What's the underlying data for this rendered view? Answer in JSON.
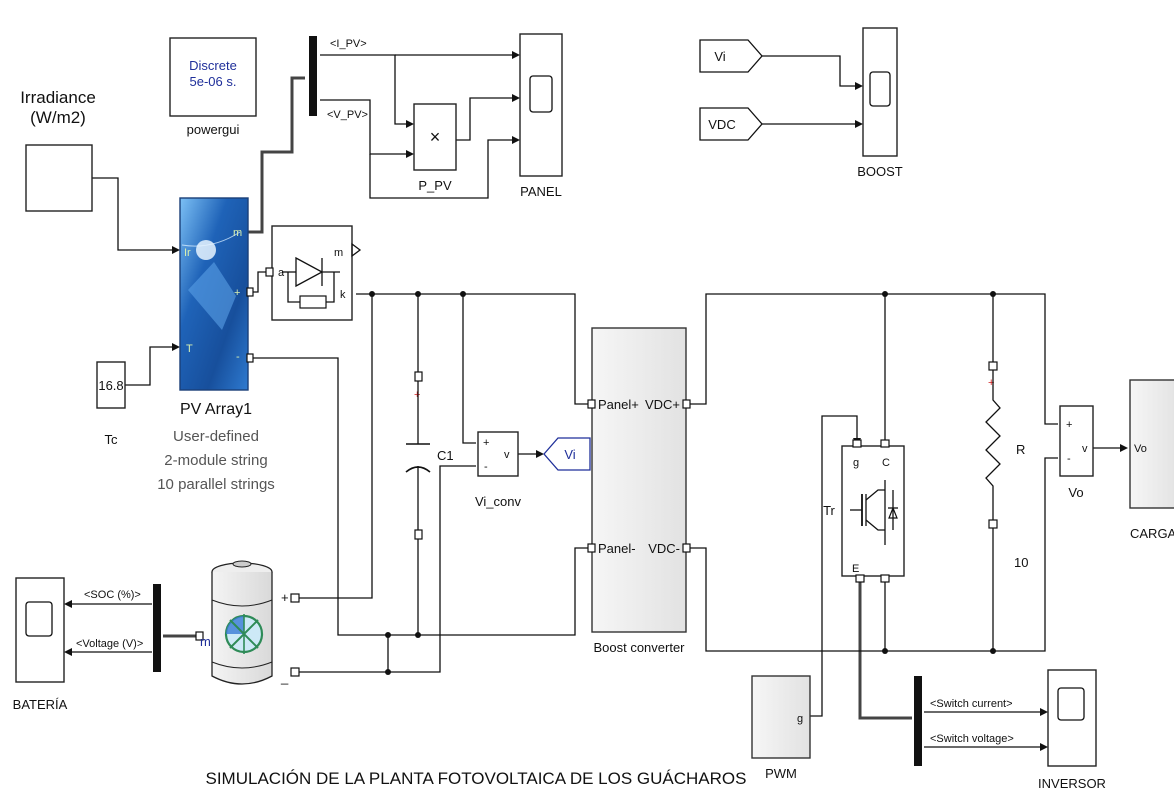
{
  "title": "SIMULACIÓN DE LA PLANTA FOTOVOLTAICA DE LOS GUÁCHAROS",
  "blocks": {
    "powergui": {
      "line1": "Discrete",
      "line2": "5e-06 s.",
      "label": "powergui"
    },
    "irradiance": {
      "line1": "Irradiance",
      "line2": "(W/m2)"
    },
    "tc": {
      "value": "16.8",
      "label": "Tc"
    },
    "pv_array": {
      "label": "PV Array1",
      "line2": "User-defined",
      "line3": "2-module string",
      "line4": "10 parallel strings",
      "port_ir": "Ir",
      "port_t": "T",
      "port_m": "m",
      "port_plus": "+",
      "port_minus": "-"
    },
    "diode": {
      "port_a": "a",
      "port_k": "k",
      "port_m": "m"
    },
    "product": {
      "symbol": "×",
      "label": "P_PV"
    },
    "panel_scope": {
      "label": "PANEL"
    },
    "signals": {
      "i_pv": "<I_PV>",
      "v_pv": "<V_PV>"
    },
    "from_vi": "Vi",
    "from_vdc": "VDC",
    "boost_scope": {
      "label": "BOOST"
    },
    "capacitor": {
      "label": "C1"
    },
    "vi_conv": {
      "label": "Vi_conv",
      "plus": "+",
      "minus": "-",
      "v": "v"
    },
    "goto_vi": "Vi",
    "boost_converter": {
      "label": "Boost converter",
      "panel_plus": "Panel+",
      "panel_minus": "Panel-",
      "vdc_plus": "VDC+",
      "vdc_minus": "VDC-"
    },
    "igbt": {
      "label": "Tr",
      "g": "g",
      "c": "C",
      "e": "E"
    },
    "resistor": {
      "label": "R",
      "value": "10"
    },
    "vo_meas": {
      "label": "Vo",
      "plus": "+",
      "minus": "-",
      "v": "v"
    },
    "carga": {
      "label": "CARGA",
      "port": "Vo"
    },
    "battery": {
      "port_m": "m",
      "plus": "+",
      "minus": "_"
    },
    "bateria_scope": {
      "label": "BATERÍA",
      "soc": "<SOC (%)>",
      "voltage": "<Voltage (V)>"
    },
    "pwm": {
      "label": "PWM",
      "port": "g"
    },
    "inversor_scope": {
      "label": "INVERSOR",
      "current": "<Switch current>",
      "voltage": "<Switch voltage>"
    }
  },
  "colors": {
    "pv_blue": "#1e5fb0",
    "pv_light": "#6fb3ee",
    "battery_green": "#2e8b57",
    "battery_blue": "#3a7bd5",
    "capacitor_red": "#d22020",
    "text_blue": "#1f2f9a"
  }
}
